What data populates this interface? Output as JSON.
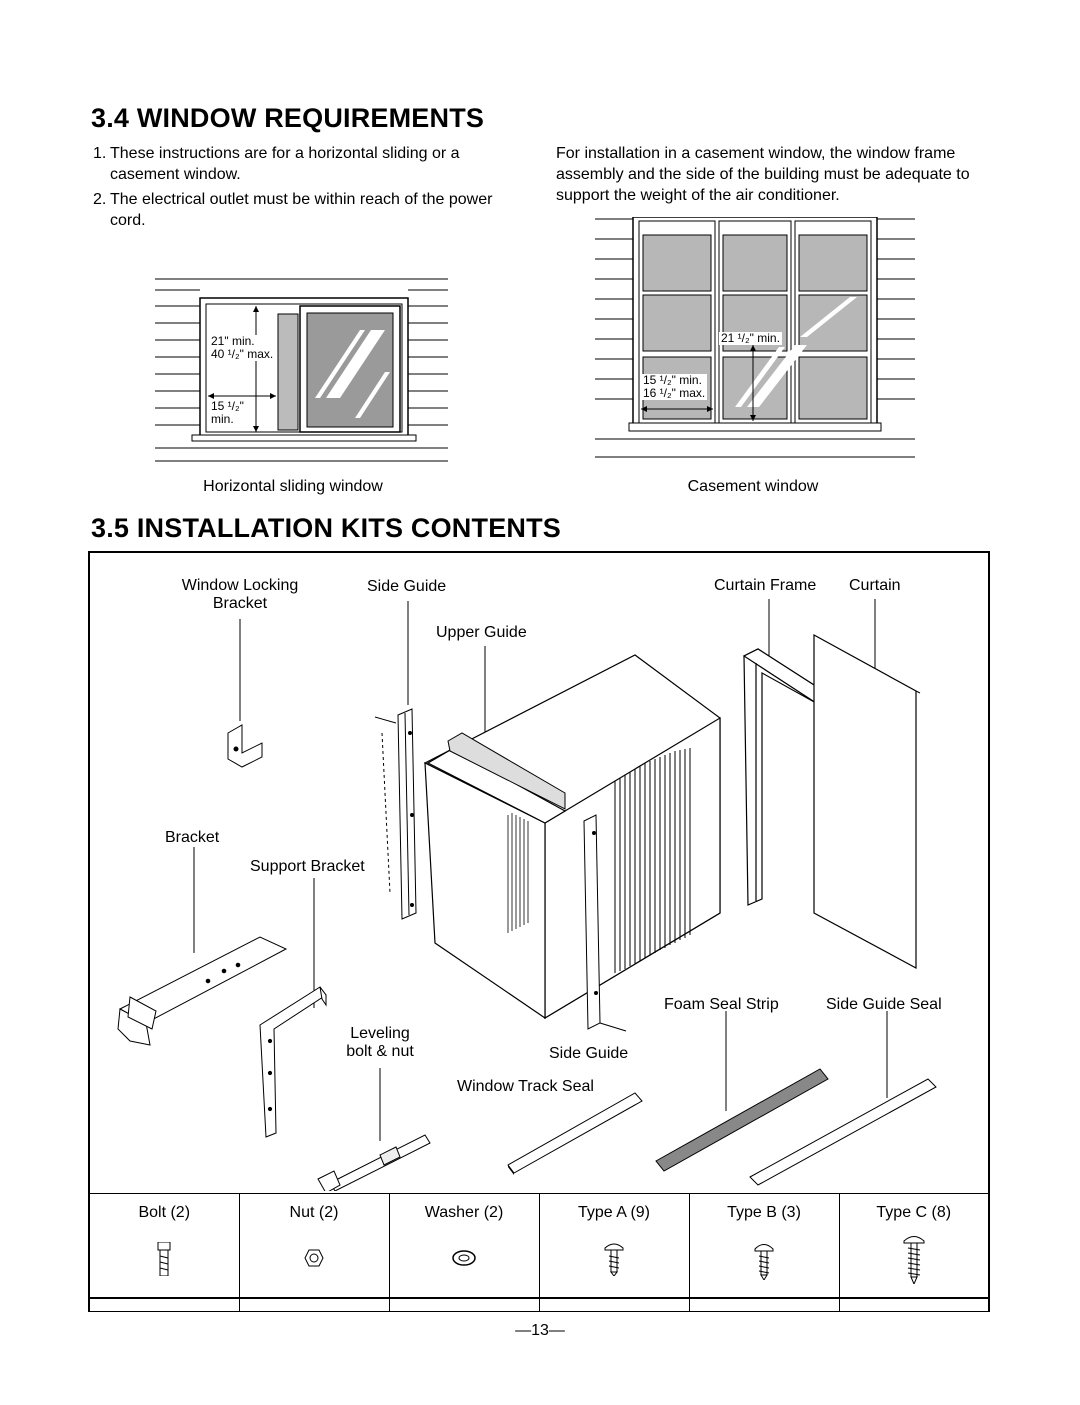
{
  "sec34": {
    "title": "3.4 WINDOW REQUIREMENTS",
    "items": [
      {
        "num": "1.",
        "text": "These instructions are for a horizontal sliding or a casement window."
      },
      {
        "num": "2.",
        "text": "The electrical outlet must be within reach of the power cord."
      }
    ],
    "casement_text": "For installation in a casement window, the window frame assembly and the side of the building must be adequate to support the weight of the air conditioner.",
    "sliding": {
      "caption": "Horizontal sliding window",
      "dim_height_a": "21\" min.",
      "dim_height_b": "40 ¹/₂\" max.",
      "dim_width_a": "15 ¹/₂\"",
      "dim_width_b": "min."
    },
    "casement": {
      "caption": "Casement window",
      "dim_height": "21 ¹/₂\" min.",
      "dim_width_a": "15 ¹/₂\" min.",
      "dim_width_b": "16 ¹/₂\" max."
    }
  },
  "sec35": {
    "title": "3.5 INSTALLATION KITS CONTENTS",
    "labels": {
      "window_locking_bracket_1": "Window Locking",
      "window_locking_bracket_2": "Bracket",
      "side_guide_top": "Side Guide",
      "upper_guide": "Upper Guide",
      "curtain_frame": "Curtain Frame",
      "curtain": "Curtain",
      "bracket": "Bracket",
      "support_bracket": "Support Bracket",
      "leveling_1": "Leveling",
      "leveling_2": "bolt & nut",
      "side_guide_bottom": "Side Guide",
      "foam_seal_strip": "Foam Seal Strip",
      "side_guide_seal": "Side Guide Seal",
      "window_track_seal": "Window Track Seal"
    },
    "hardware": [
      {
        "label": "Bolt (2)",
        "icon": "bolt-icon"
      },
      {
        "label": "Nut (2)",
        "icon": "nut-icon"
      },
      {
        "label": "Washer (2)",
        "icon": "washer-icon"
      },
      {
        "label": "Type A (9)",
        "icon": "screw-type-a-icon"
      },
      {
        "label": "Type B (3)",
        "icon": "screw-type-b-icon"
      },
      {
        "label": "Type C (8)",
        "icon": "screw-type-c-icon"
      }
    ]
  },
  "page_number": "—13—"
}
